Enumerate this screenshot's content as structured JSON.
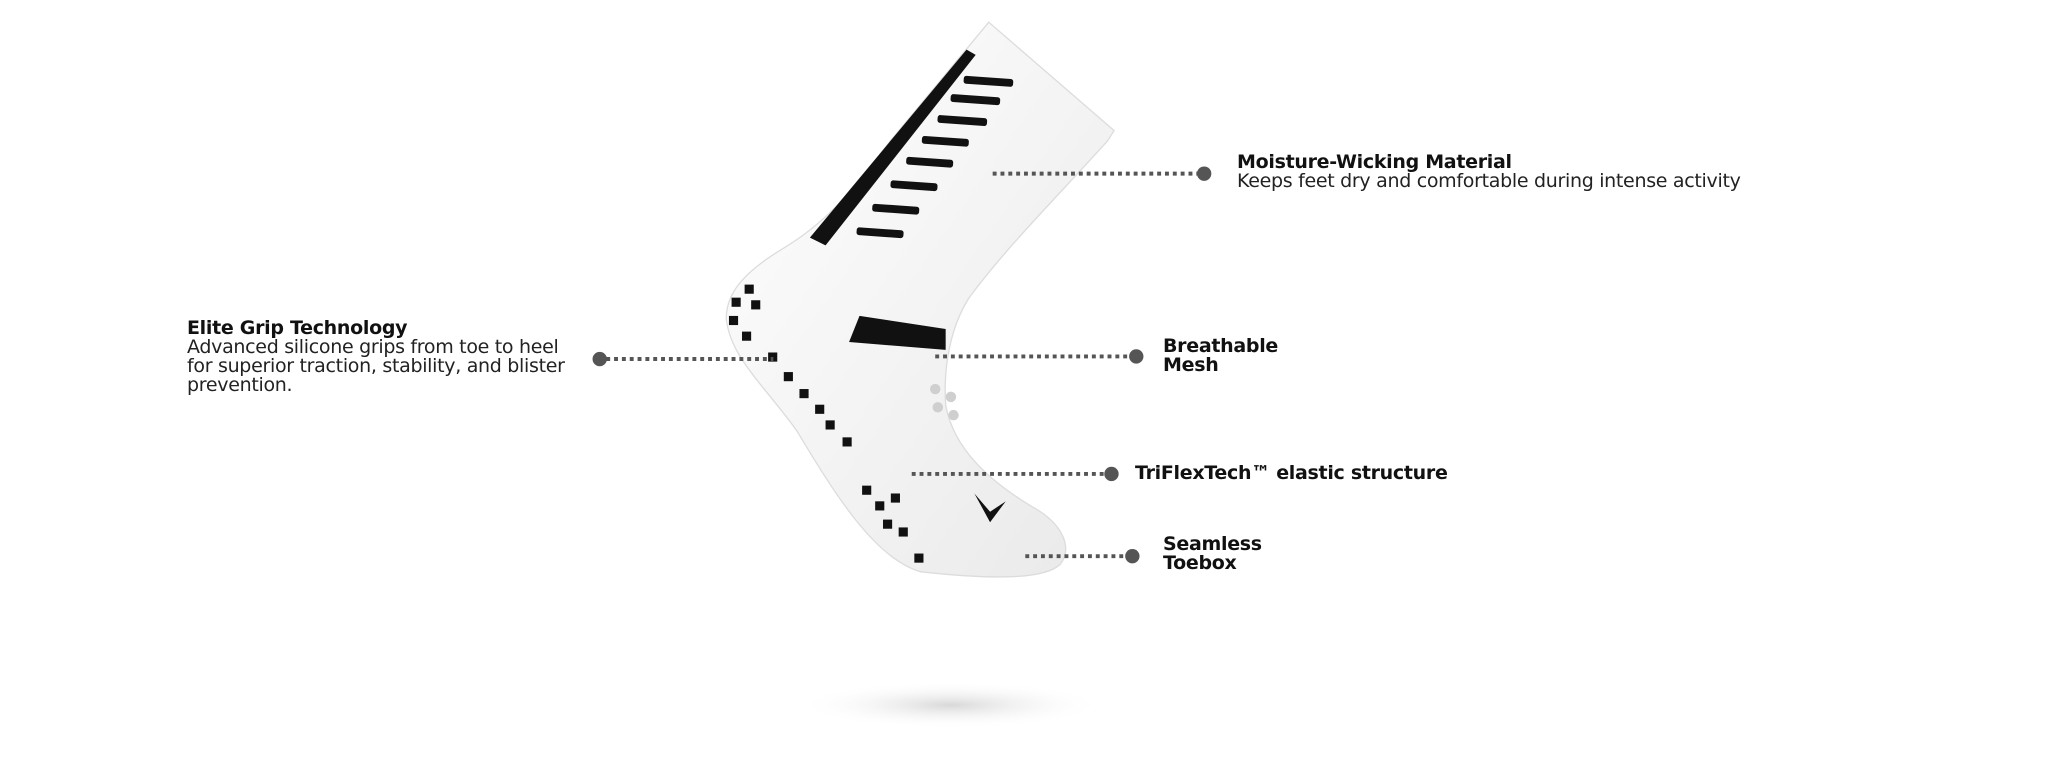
{
  "colors": {
    "leader": "#555555",
    "text": "#111111",
    "sock": "#f4f4f4",
    "grip": "#111111"
  },
  "callouts": [
    {
      "id": "moisture",
      "title": "Moisture-Wicking Material",
      "description": "Keeps feet dry and comfortable during intense activity"
    },
    {
      "id": "grip",
      "title": "Elite Grip Technology",
      "description_lines": [
        "Advanced silicone grips from toe to heel",
        "for superior traction, stability, and blister",
        "prevention."
      ]
    },
    {
      "id": "mesh",
      "title_lines": [
        "Breathable",
        "Mesh"
      ]
    },
    {
      "id": "triflex",
      "title": "TriFlexTech™ elastic structure"
    },
    {
      "id": "toebox",
      "title_lines": [
        "Seamless",
        "Toebox"
      ]
    }
  ]
}
